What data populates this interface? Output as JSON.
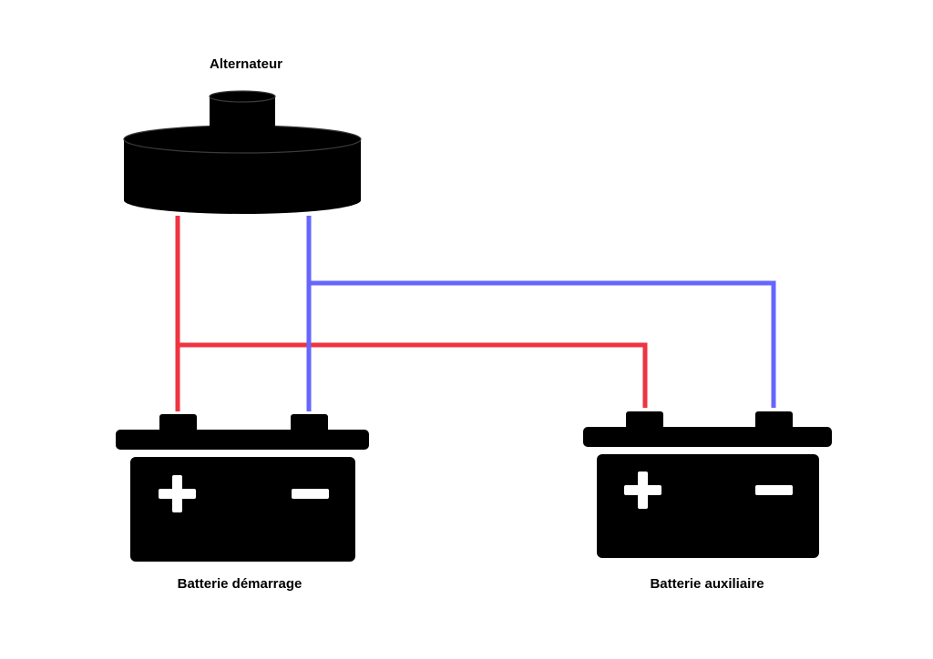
{
  "labels": {
    "alternator": "Alternateur",
    "starter_battery": "Batterie démarrage",
    "auxiliary_battery": "Batterie auxiliaire"
  },
  "colors": {
    "positive_wire": "#ef3340",
    "negative_wire": "#6666ff",
    "component_fill": "#000000",
    "symbol_fill": "#ffffff"
  },
  "icons": {
    "alternator": "alternator-icon",
    "battery": "battery-icon",
    "plus": "plus-icon",
    "minus": "minus-icon"
  }
}
